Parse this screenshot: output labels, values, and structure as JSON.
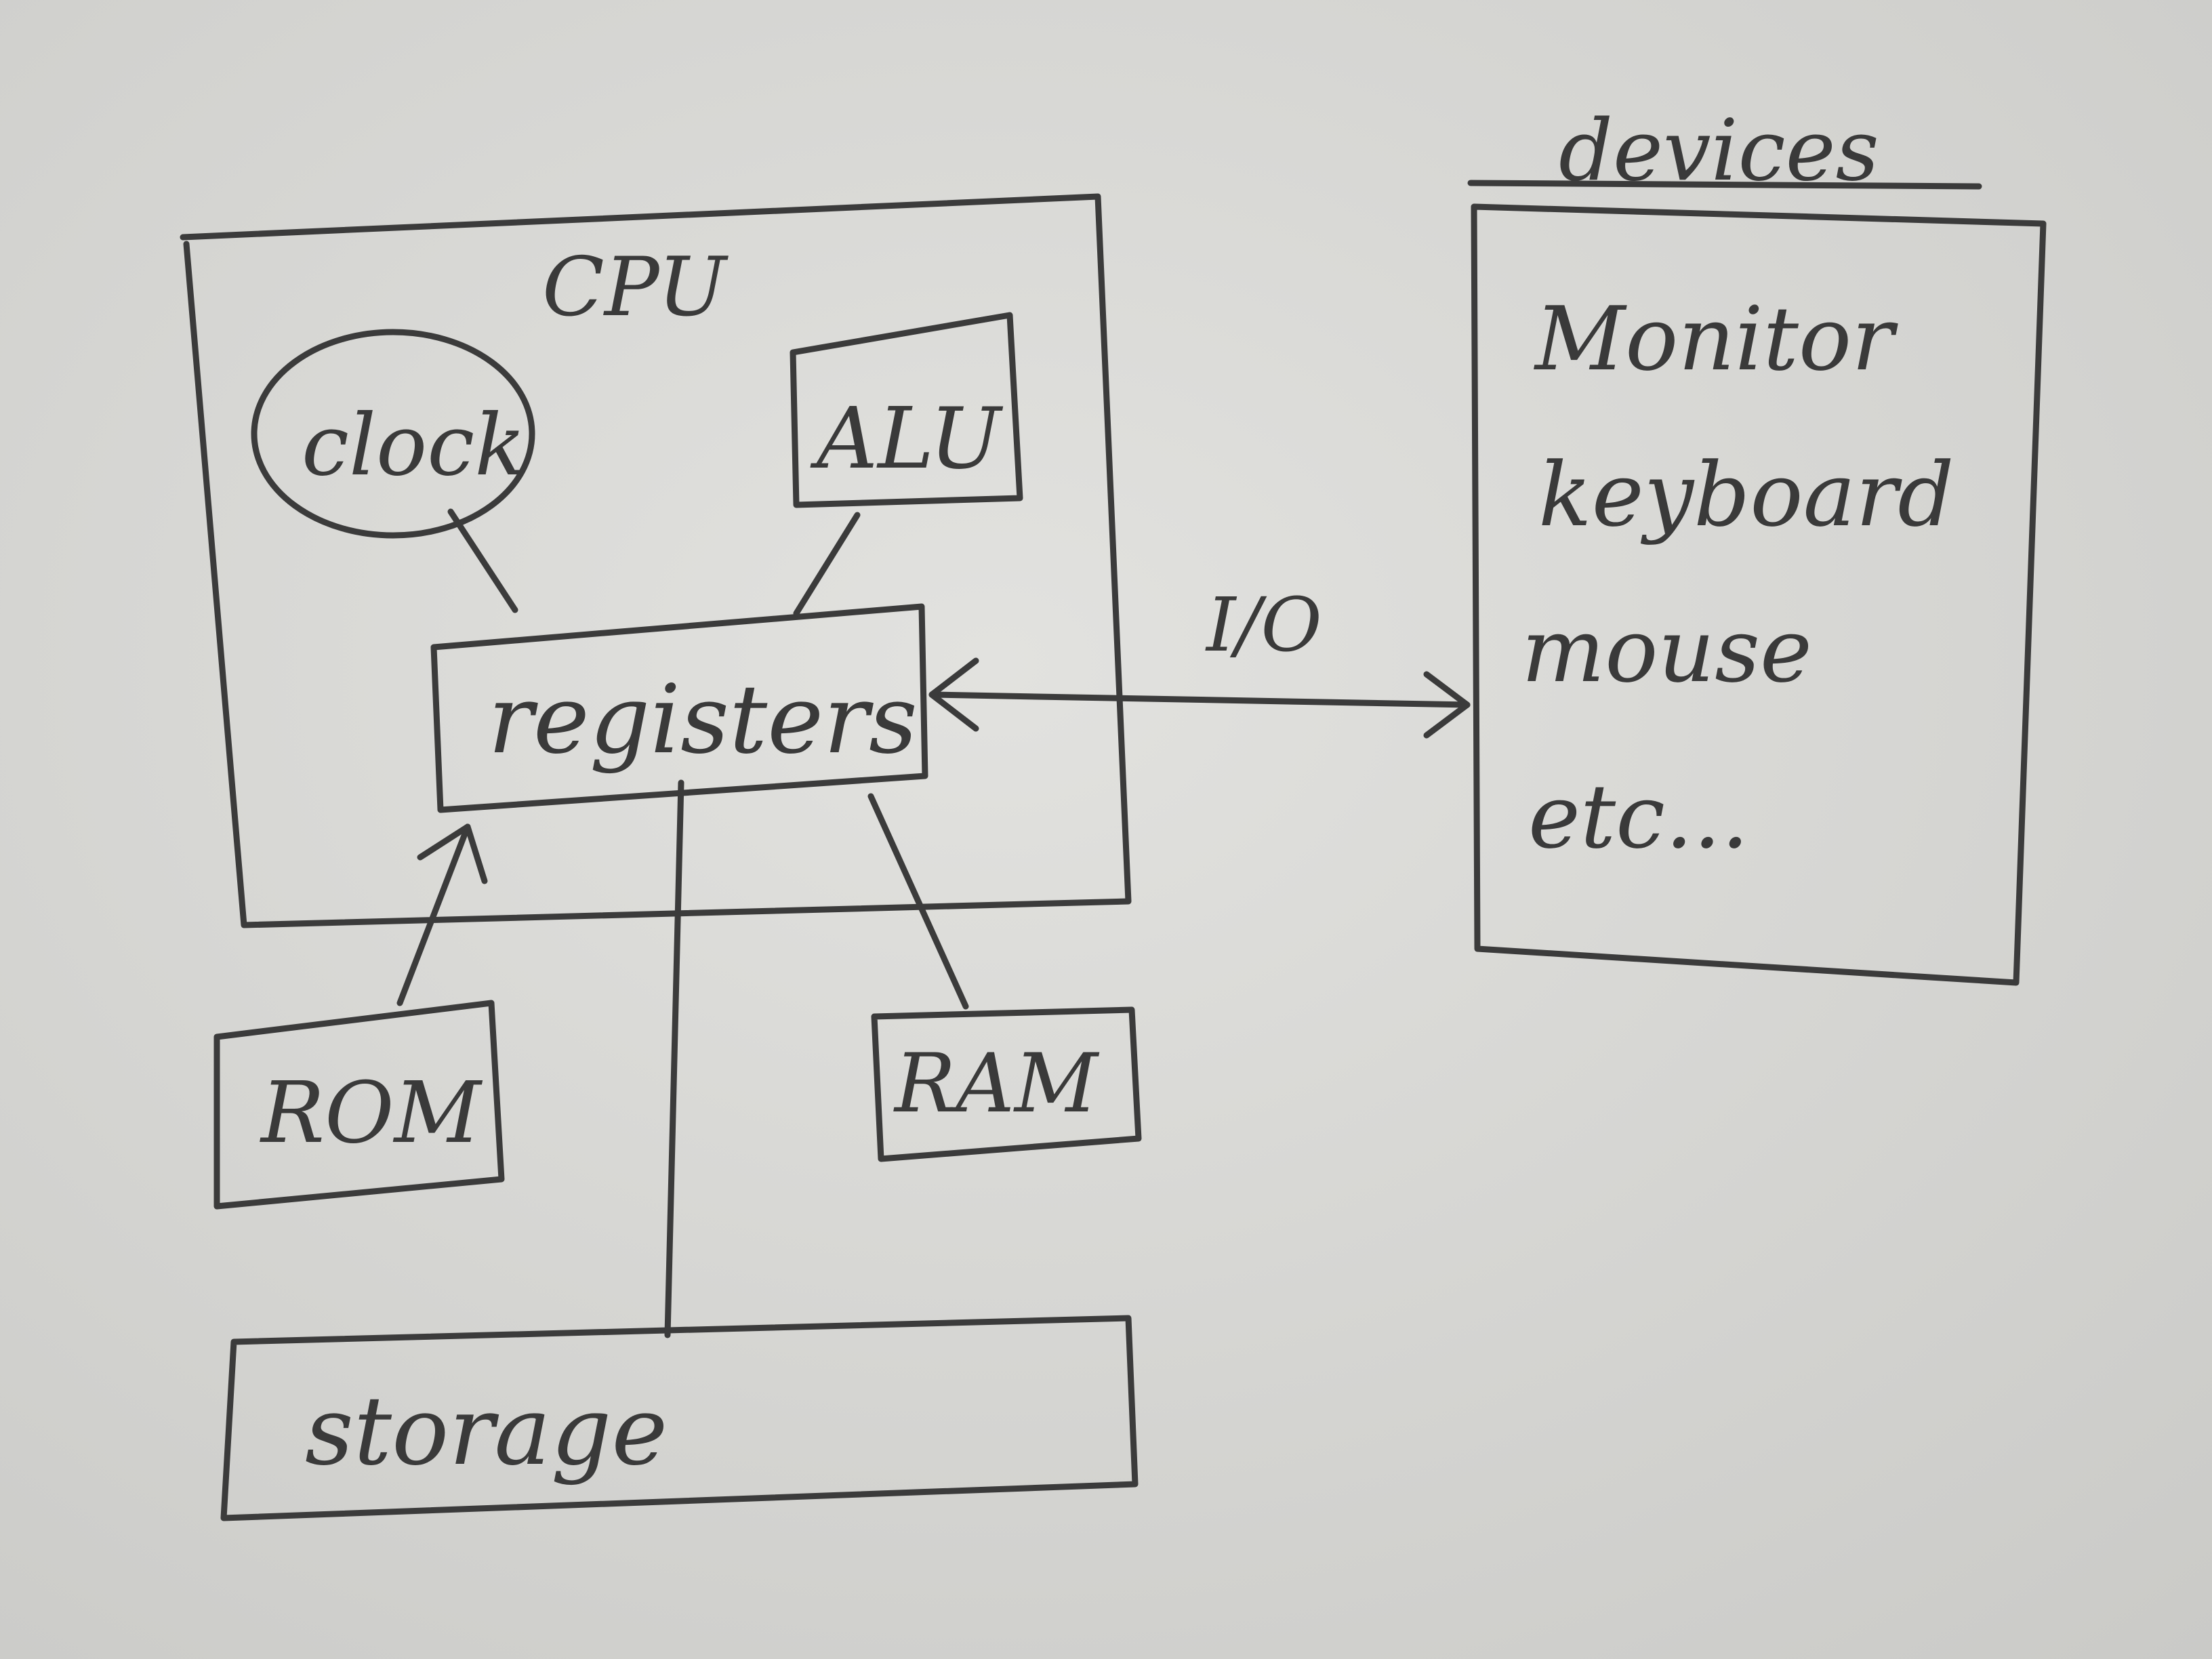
{
  "diagram": {
    "cpu": {
      "label": "CPU"
    },
    "clock": {
      "label": "clock"
    },
    "alu": {
      "label": "ALU"
    },
    "registers": {
      "label": "registers"
    },
    "rom": {
      "label": "ROM"
    },
    "ram": {
      "label": "RAM"
    },
    "storage": {
      "label": "storage"
    },
    "io": {
      "label": "I/O"
    },
    "devices": {
      "title": "devices",
      "items": [
        "Monitor",
        "keyboard",
        "mouse",
        "etc..."
      ]
    }
  },
  "colors": {
    "paper": "#d6d6d3",
    "ink": "#3b3b3b"
  }
}
